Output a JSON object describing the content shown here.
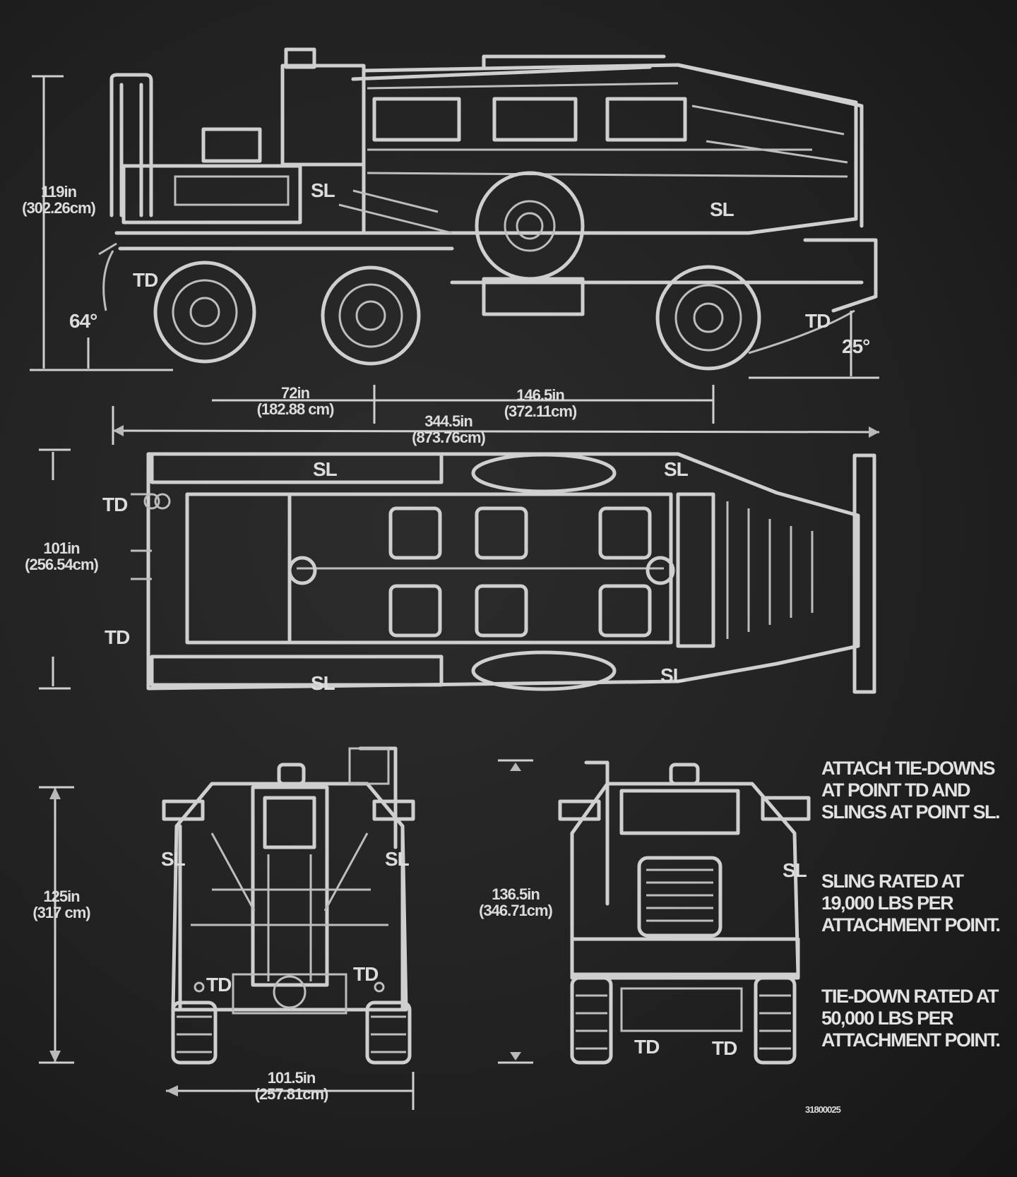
{
  "dimensions": {
    "height_side": [
      "119in",
      "(302.26cm)"
    ],
    "wheelbase_front": [
      "72in",
      "(182.88 cm)"
    ],
    "wheelbase_rear": [
      "146.5in",
      "(372.11cm)"
    ],
    "overall_length": [
      "344.5in",
      "(873.76cm)"
    ],
    "width_top": [
      "101in",
      "(256.54cm)"
    ],
    "height_rear": [
      "125in",
      "(317 cm)"
    ],
    "height_front": [
      "136.5in",
      "(346.71cm)"
    ],
    "width_rear": [
      "101.5in",
      "(257.81cm)"
    ]
  },
  "angles": {
    "approach": "64°",
    "departure": "25°"
  },
  "point_labels": {
    "tie_down": "TD",
    "sling": "SL"
  },
  "notes": [
    "ATTACH TIE-DOWNS AT POINT TD AND SLINGS AT POINT SL.",
    "SLING RATED AT 19,000 LBS PER ATTACHMENT POINT.",
    "TIE-DOWN RATED AT 50,000 LBS PER ATTACHMENT POINT."
  ],
  "drawing_code": "31800025"
}
